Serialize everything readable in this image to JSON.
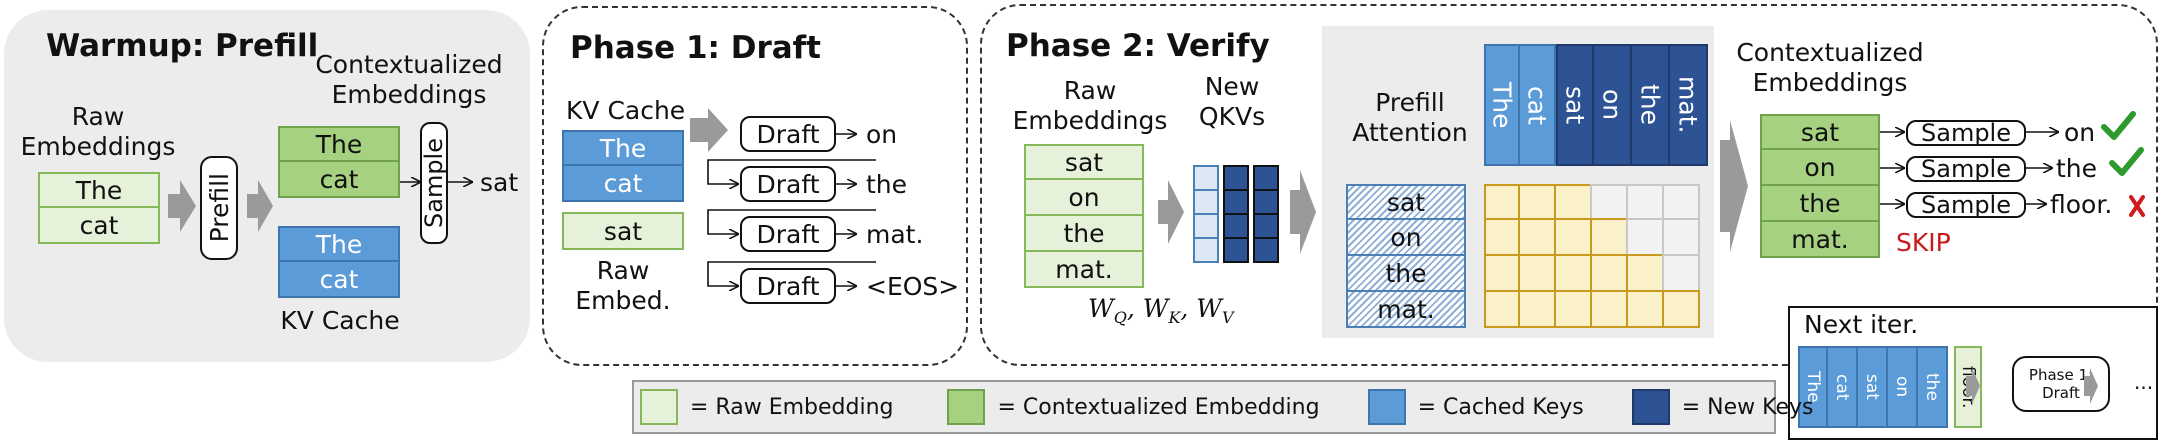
{
  "warmup": {
    "title": "Warmup: Prefill",
    "raw_label": "Raw\nEmbeddings",
    "raw_tokens": [
      "The",
      "cat"
    ],
    "prefill_label": "Prefill",
    "ctx_label": "Contextualized\nEmbeddings",
    "ctx_tokens": [
      "The",
      "cat"
    ],
    "kv_tokens": [
      "The",
      "cat"
    ],
    "kv_label": "KV Cache",
    "sample_label": "Sample",
    "output": "sat"
  },
  "phase1": {
    "title": "Phase 1: Draft",
    "kv_label": "KV Cache",
    "kv_tokens": [
      "The",
      "cat"
    ],
    "raw_token": "sat",
    "raw_label": "Raw\nEmbed.",
    "draft_label": "Draft",
    "outputs": [
      "on",
      "the",
      "mat.",
      "<EOS>"
    ]
  },
  "phase2": {
    "title": "Phase 2: Verify",
    "raw_label": "Raw\nEmbeddings",
    "raw_tokens": [
      "sat",
      "on",
      "the",
      "mat."
    ],
    "weights_label": "W_Q, W_K, W_V",
    "weights": [
      {
        "letter": "W",
        "sub": "Q"
      },
      {
        "letter": "W",
        "sub": "K"
      },
      {
        "letter": "W",
        "sub": "V"
      }
    ],
    "qkv_label": "New\nQKVs",
    "attn_label": "Prefill\nAttention",
    "query_tokens": [
      "sat",
      "on",
      "the",
      "mat."
    ],
    "cached_key_tokens": [
      "The",
      "cat"
    ],
    "new_key_tokens": [
      "sat",
      "on",
      "the",
      "mat."
    ],
    "ctx_label": "Contextualized\nEmbeddings",
    "ctx_tokens": [
      "sat",
      "on",
      "the",
      "mat."
    ],
    "sample_label": "Sample",
    "outputs": [
      "on",
      "the",
      "floor."
    ],
    "verdicts": [
      "accept",
      "accept",
      "reject"
    ],
    "skip_label": "SKIP"
  },
  "next_iter": {
    "title": "Next iter.",
    "tokens": [
      "The",
      "cat",
      "sat",
      "on",
      "the"
    ],
    "new_token": "floor.",
    "phase_label": "Phase 1:\nDraft",
    "ellipsis": "..."
  },
  "legend": [
    {
      "swatch": "raw",
      "label": "= Raw Embedding"
    },
    {
      "swatch": "ctx",
      "label": "= Contextualized Embedding"
    },
    {
      "swatch": "ckey",
      "label": "= Cached Keys"
    },
    {
      "swatch": "nkey",
      "label": "= New Keys"
    }
  ],
  "colors": {
    "raw_fill": "#e6f1d9",
    "ctx_fill": "#a5d180",
    "cached_key": "#5b9bd8",
    "new_key": "#2e5394",
    "attn_grid": "#fbf1c8",
    "attn_masked": "#f2f2f2",
    "accept": "#2e9a2e",
    "reject": "#d11b1b",
    "skip": "#c91a1a"
  }
}
